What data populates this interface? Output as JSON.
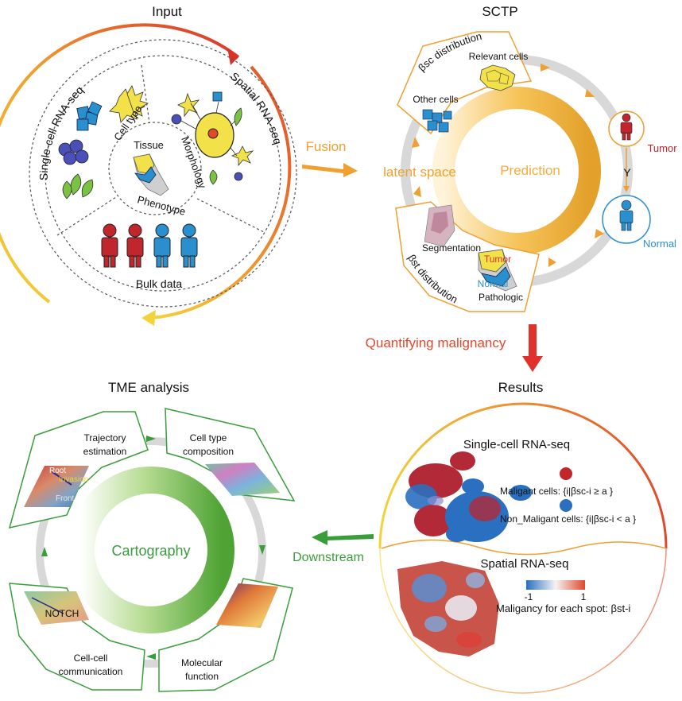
{
  "colors": {
    "orange": "#f0a030",
    "red": "#d9312a",
    "yellow": "#f3d33a",
    "green": "#5aab3c",
    "blue": "#2a8fcf",
    "gray": "#cfcfcf",
    "tumor_red": "#c0262b",
    "normal_blue": "#2a8fcf"
  },
  "input": {
    "title": "Input",
    "single_cell_label": "Single-cell RNA-seq",
    "spatial_label": "Spatial RNA-seq",
    "cell_type_label": "Cell type",
    "tissue_label": "Tissue",
    "morphology_label": "Morphology",
    "phenotype_label": "Phenotype",
    "bulk_label": "Bulk data"
  },
  "fusion_label": "Fusion",
  "sctp": {
    "title": "SCTP",
    "beta_sc_label": "βsc distribution",
    "relevant_cells_label": "Relevant cells",
    "other_cells_label": "Other cells",
    "latent_space_label": "latent space",
    "prediction_label": "Prediction",
    "segmentation_label": "Segmentation",
    "pathologic_label": "Pathologic",
    "tumor_small_label": "Tumor",
    "normal_small_label": "Normal",
    "beta_st_label": "βst distribution",
    "tumor_label": "Tumor",
    "normal_label": "Normal",
    "y_label": "Y"
  },
  "quantifying_label": "Quantifying malignancy",
  "results": {
    "title": "Results",
    "single_cell_title": "Single-cell RNA-seq",
    "malignant_label": "Maligant cells: {i|βsc-i ≥ a }",
    "non_malignant_label": "Non_Maligant cells: {i|βsc-i < a }",
    "spatial_title": "Spatial RNA-seq",
    "colorbar_min": "-1",
    "colorbar_max": "1",
    "spot_label": "Maligancy for each  spot: βst-i"
  },
  "downstream_label": "Downstream",
  "tme": {
    "title": "TME analysis",
    "center_label": "Cartography",
    "trajectory_label_1": "Trajectory",
    "trajectory_label_2": "estimation",
    "root_label": "Root",
    "invasion_label": "Invasion",
    "front_label": "Front",
    "cell_type_label_1": "Cell type",
    "cell_type_label_2": "composition",
    "notch_label": "NOTCH",
    "communication_label_1": "Cell-cell",
    "communication_label_2": "communication",
    "molecular_label_1": "Molecular",
    "molecular_label_2": "function"
  }
}
